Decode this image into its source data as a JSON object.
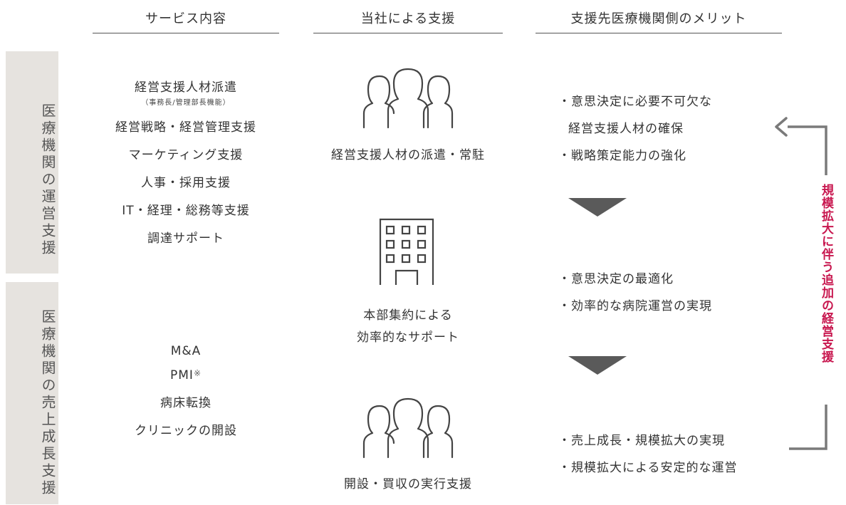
{
  "headers": {
    "service": "サービス内容",
    "support": "当社による支援",
    "merit": "支援先医療機関側のメリット"
  },
  "sidebar": {
    "top": "医療機関の運営支援",
    "bottom": "医療機関の売上成長支援"
  },
  "services_top": [
    "経営支援人材派遣",
    "（事務長/管理部長機能）",
    "経営戦略・経営管理支援",
    "マーケティング支援",
    "人事・採用支援",
    "IT・経理・総務等支援",
    "調達サポート"
  ],
  "services_bottom": {
    "ma": "M&A",
    "pmi": "PMI",
    "pmi_mark": "※",
    "conversion": "病床転換",
    "clinic": "クリニックの開設"
  },
  "support": {
    "people_top_caption": "経営支援人材の派遣・常駐",
    "building_caption_1": "本部集約による",
    "building_caption_2": "効率的なサポート",
    "people_bottom_caption": "開設・買収の実行支援",
    "people_icon": "people-group-icon",
    "building_icon": "office-building-icon"
  },
  "merits": {
    "group1": [
      "・意思決定に必要不可欠な",
      "経営支援人材の確保",
      "・戦略策定能力の強化"
    ],
    "group2": [
      "・意思決定の最適化",
      "・効率的な病院運営の実現"
    ],
    "group3": [
      "・売上成長・規模拡大の実現",
      "・規模拡大による安定的な運営"
    ]
  },
  "feedback": {
    "label": "規模拡大に伴う追加の経営支援",
    "arrow_icon": "arrow-left-icon"
  },
  "colors": {
    "accent": "#c8174f",
    "sidebar_bg": "#e6e3df",
    "arrow": "#5a5a5a",
    "bracket": "#7a7a7a"
  }
}
